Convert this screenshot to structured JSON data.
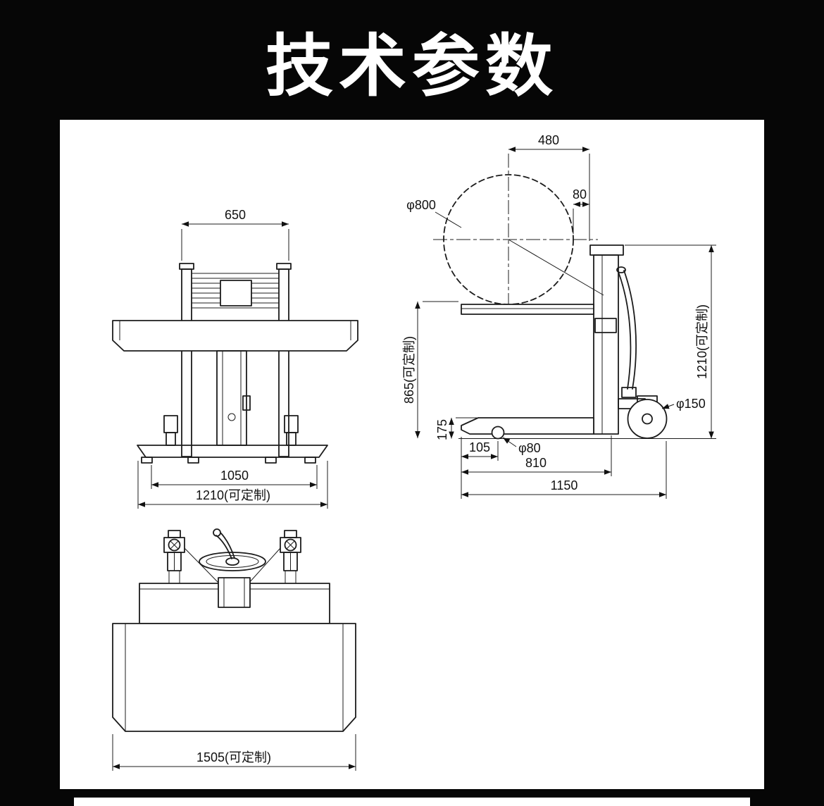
{
  "page": {
    "title": "技术参数"
  },
  "front_view": {
    "dim_mast_width": "650",
    "dim_base_width": "1050",
    "dim_overall_width": "1210(可定制)"
  },
  "side_view": {
    "dim_roll_center_offset": "480",
    "dim_top_offset": "80",
    "dim_roll_diameter": "φ800",
    "dim_platform_height": "865(可定制)",
    "dim_overall_height": "1210(可定制)",
    "dim_fork_height": "175",
    "dim_front_wheel_diameter": "φ80",
    "dim_tip_to_wheel": "105",
    "dim_fork_length": "810",
    "dim_overall_length": "1150",
    "dim_rear_wheel_diameter": "φ150"
  },
  "top_view": {
    "dim_overall_width": "1505(可定制)"
  }
}
